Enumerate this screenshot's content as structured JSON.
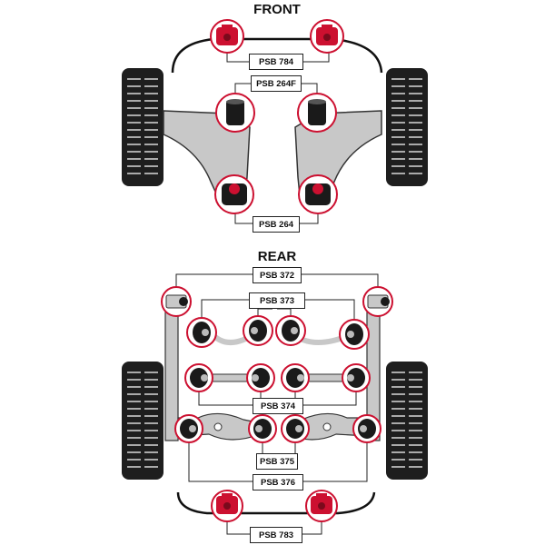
{
  "headings": {
    "front": "FRONT",
    "rear": "REAR"
  },
  "parts": {
    "psb784": "PSB 784",
    "psb264f": "PSB 264F",
    "psb264": "PSB 264",
    "psb372": "PSB 372",
    "psb373": "PSB 373",
    "psb374": "PSB 374",
    "psb375": "PSB 375",
    "psb376": "PSB 376",
    "psb783": "PSB 783"
  },
  "colors": {
    "bush_red": "#cc1030",
    "bush_black": "#1a1a1a",
    "arm_grey": "#c8c8c8",
    "tyre": "#1e1e1e"
  }
}
